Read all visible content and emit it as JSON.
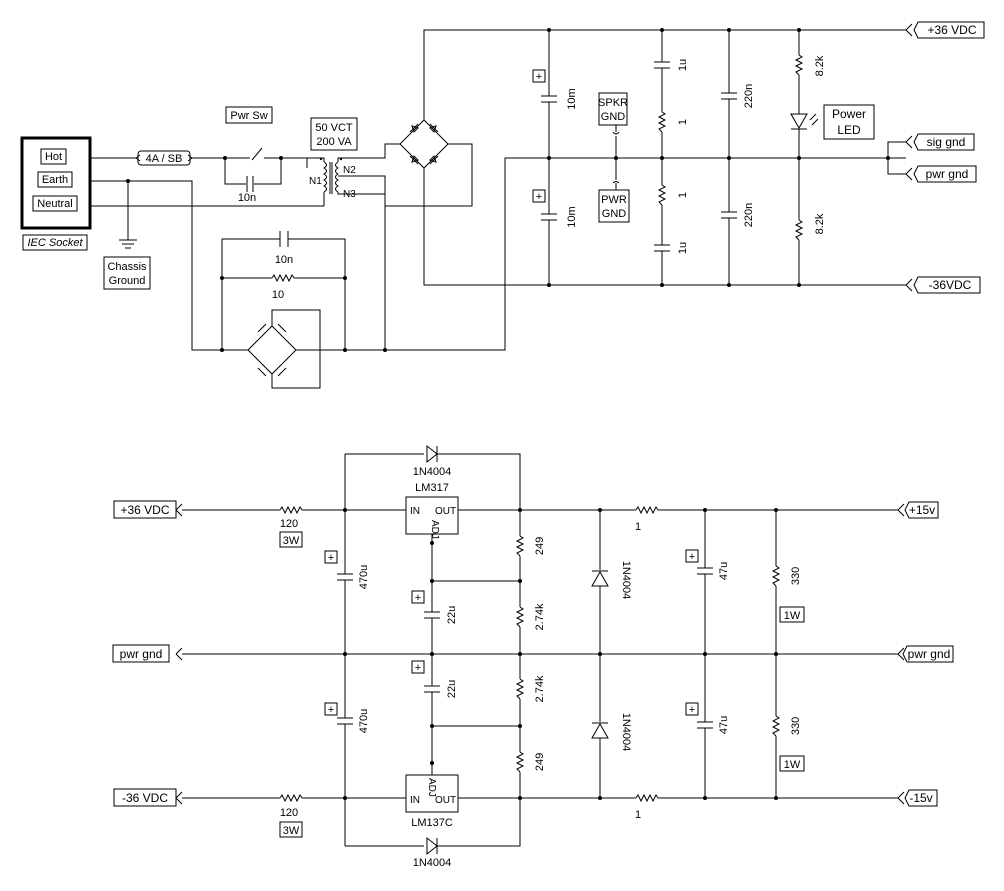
{
  "power_supply": {
    "iec": {
      "hot": "Hot",
      "earth": "Earth",
      "neutral": "Neutral",
      "caption": "IEC Socket"
    },
    "chassis_ground": [
      "Chassis",
      "Ground"
    ],
    "fuse": "4A / SB",
    "switch": "Pwr Sw",
    "switch_cap": "10n",
    "transformer": [
      "50 VCT",
      "200 VA"
    ],
    "tx_pins": {
      "n1": "N1",
      "n2": "N2",
      "n3": "N3"
    },
    "ground_loop_cap": "10n",
    "ground_loop_res": "10",
    "rail_cap_plus": "10m",
    "rail_cap_minus": "10m",
    "plus_box": "+",
    "bypass_cap_top": "1u",
    "bypass_res_top": "1",
    "bypass_res_bot": "1",
    "bypass_cap_bot": "1u",
    "spkr_gnd": [
      "SPKR",
      "GND"
    ],
    "pwr_gnd_box": [
      "PWR",
      "GND"
    ],
    "film_cap_top": "220n",
    "film_cap_bot": "220n",
    "led_res_top": "8.2k",
    "led_res_bot": "8.2k",
    "power_led": [
      "Power",
      "LED"
    ],
    "terminals": {
      "plus36": "+36 VDC",
      "sig_gnd": "sig gnd",
      "pwr_gnd": "pwr gnd",
      "minus36": "-36VDC"
    }
  },
  "regulator": {
    "in_plus": "+36 VDC",
    "in_gnd": "pwr gnd",
    "in_minus": "-36 VDC",
    "series_res_top": "120",
    "series_res_top_w": "3W",
    "series_res_bot": "120",
    "series_res_bot_w": "3W",
    "cap_470_top": "470u",
    "cap_470_bot": "470u",
    "pos_reg": "LM317",
    "neg_reg": "LM137C",
    "pin_in": "IN",
    "pin_out": "OUT",
    "pin_adj": "ADJ",
    "diode_top": "1N4004",
    "diode_bot": "1N4004",
    "adj_cap_top": "22u",
    "adj_cap_bot": "22u",
    "res_249_top": "249",
    "res_274_top": "2.74k",
    "res_274_bot": "2.74k",
    "res_249_bot": "249",
    "clamp_diode_top": "1N4004",
    "clamp_diode_bot": "1N4004",
    "out_res_top": "1",
    "out_res_bot": "1",
    "cap_47_top": "47u",
    "cap_47_bot": "47u",
    "load_res_top": "330",
    "load_res_top_w": "1W",
    "load_res_bot": "330",
    "load_res_bot_w": "1W",
    "out_plus": "+15v",
    "out_gnd": "pwr gnd",
    "out_minus": "-15v"
  }
}
